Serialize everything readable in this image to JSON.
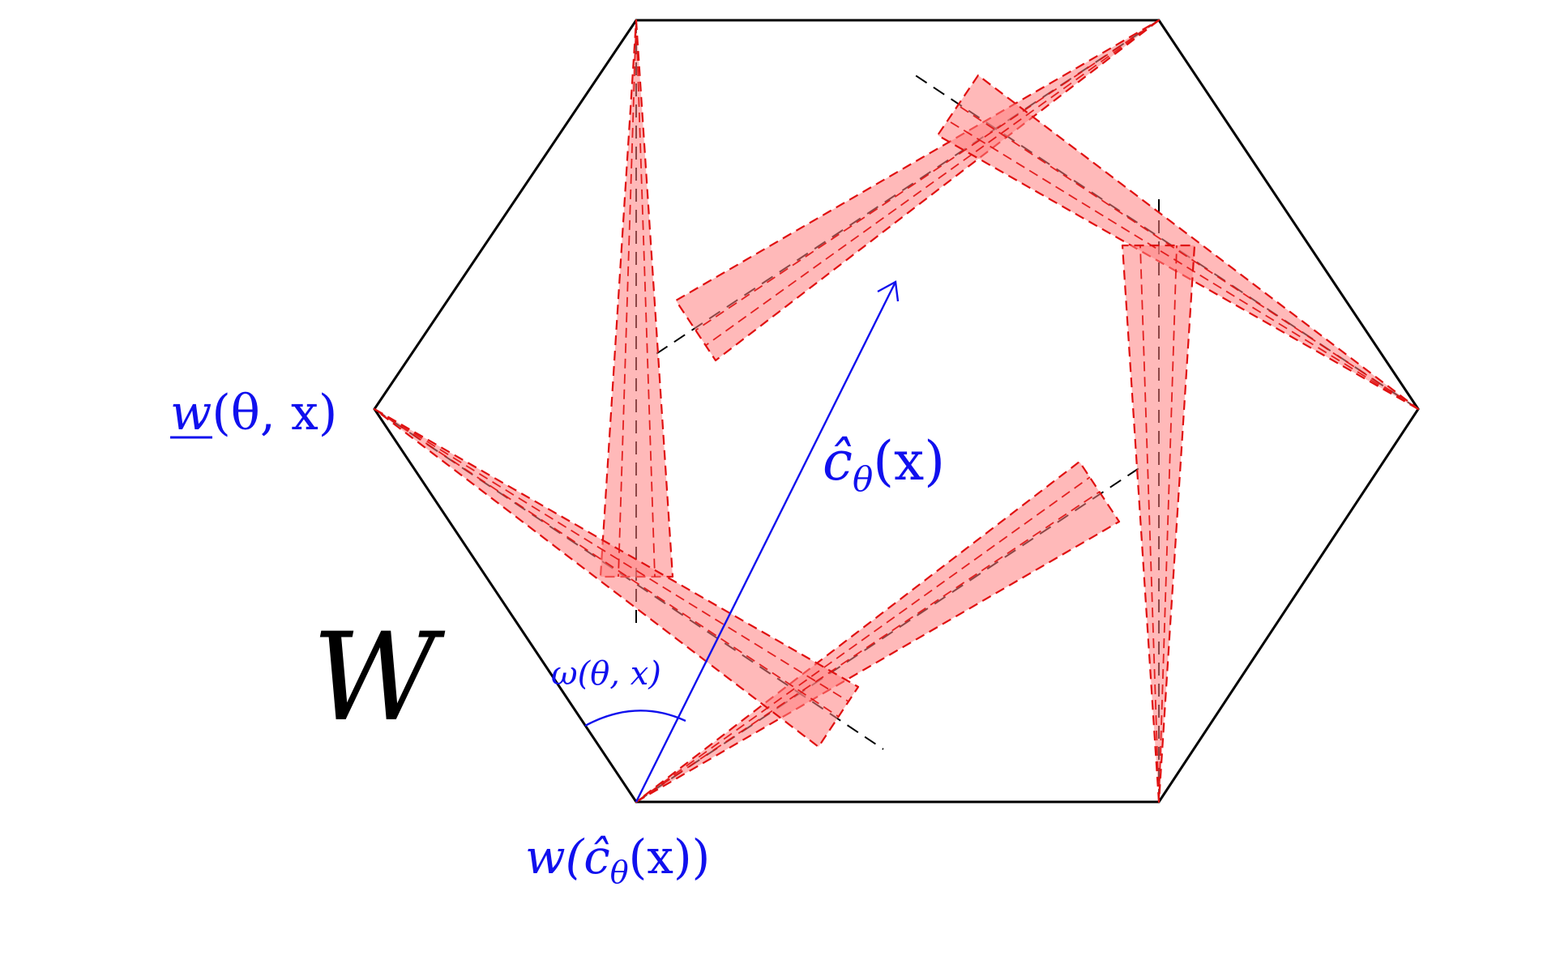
{
  "labels": {
    "big_W": "W",
    "w_underline_lead": "w",
    "w_underline_tail": "(θ, x)",
    "c_hat_letter": "ĉ",
    "c_hat_sub": "θ",
    "c_hat_tail": "(x)",
    "omega": "ω(θ, x)",
    "w_bottom_lead": "w(",
    "w_bottom_c": "ĉ",
    "w_bottom_sub": "θ",
    "w_bottom_tail": "(x))"
  },
  "colors": {
    "hexagon": "#000000",
    "wedge_fill": "#ff9a9a",
    "wedge_stroke": "#e01010",
    "axis_dash": "#000000",
    "annotation": "#1010ee"
  }
}
